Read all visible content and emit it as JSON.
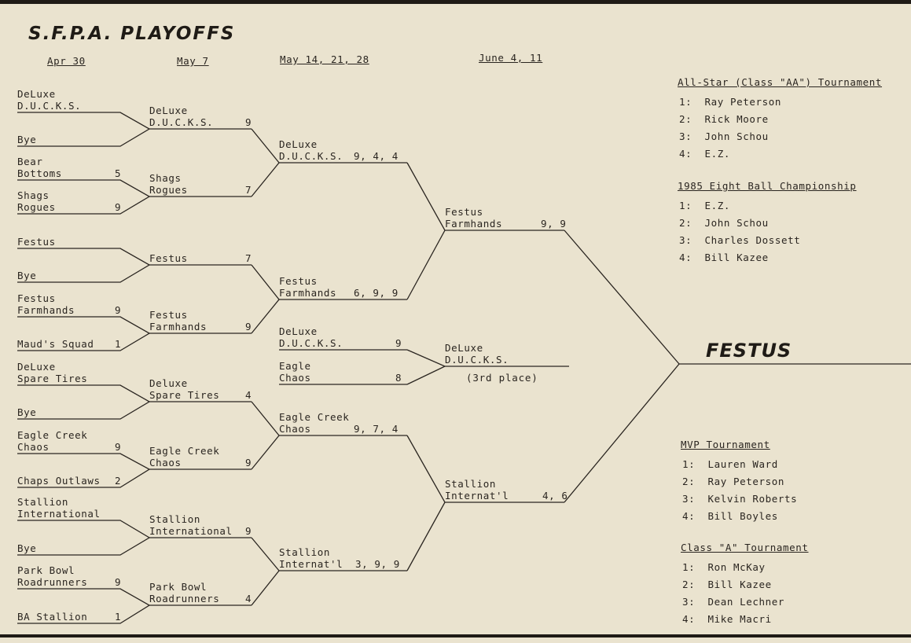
{
  "title": "S.F.P.A. PLAYOFFS",
  "round_dates": [
    "Apr 30",
    "May 7",
    "May 14, 21, 28",
    "June 4, 11"
  ],
  "round1": [
    {
      "team": "DeLuxe\nD.U.C.K.S.",
      "score": ""
    },
    {
      "team": "Bye",
      "score": ""
    },
    {
      "team": "Bear\nBottoms",
      "score": "5"
    },
    {
      "team": "Shags\nRogues",
      "score": "9"
    },
    {
      "team": "Festus",
      "score": ""
    },
    {
      "team": "Bye",
      "score": ""
    },
    {
      "team": "Festus\nFarmhands",
      "score": "9"
    },
    {
      "team": "Maud's Squad",
      "score": "1"
    },
    {
      "team": "DeLuxe\nSpare Tires",
      "score": ""
    },
    {
      "team": "Bye",
      "score": ""
    },
    {
      "team": "Eagle Creek\nChaos",
      "score": "9"
    },
    {
      "team": "Chaps Outlaws",
      "score": "2"
    },
    {
      "team": "Stallion\nInternational",
      "score": ""
    },
    {
      "team": "Bye",
      "score": ""
    },
    {
      "team": "Park Bowl\nRoadrunners",
      "score": "9"
    },
    {
      "team": "BA Stallion",
      "score": "1"
    }
  ],
  "round2": [
    {
      "team": "DeLuxe\nD.U.C.K.S.",
      "score": "9"
    },
    {
      "team": "Shags\nRogues",
      "score": "7"
    },
    {
      "team": "Festus",
      "score": "7"
    },
    {
      "team": "Festus\nFarmhands",
      "score": "9"
    },
    {
      "team": "Deluxe\nSpare Tires",
      "score": "4"
    },
    {
      "team": "Eagle Creek\nChaos",
      "score": "9"
    },
    {
      "team": "Stallion\nInternational",
      "score": "9"
    },
    {
      "team": "Park Bowl\nRoadrunners",
      "score": "4"
    }
  ],
  "round3": [
    {
      "team": "DeLuxe\nD.U.C.K.S.",
      "score": "9, 4, 4"
    },
    {
      "team": "Festus\nFarmhands",
      "score": "6, 9, 9"
    },
    {
      "team": "Eagle Creek\nChaos",
      "score": "9, 7, 4"
    },
    {
      "team": "Stallion\nInternat'l",
      "score": "3, 9, 9"
    }
  ],
  "third_place_match": [
    {
      "team": "DeLuxe\nD.U.C.K.S.",
      "score": "9"
    },
    {
      "team": "Eagle\nChaos",
      "score": "8"
    }
  ],
  "third_place_winner": {
    "team": "DeLuxe\nD.U.C.K.S.",
    "note": "(3rd place)"
  },
  "round4": [
    {
      "team": "Festus\nFarmhands",
      "score": "9, 9"
    },
    {
      "team": "Stallion\nInternat'l",
      "score": "4, 6"
    }
  ],
  "champion": "FESTUS",
  "tournaments": [
    {
      "title": "All-Star (Class \"AA\") Tournament",
      "results": [
        "1:  Ray Peterson",
        "2:  Rick Moore",
        "3:  John Schou",
        "4:  E.Z."
      ]
    },
    {
      "title": "1985 Eight Ball Championship",
      "results": [
        "1:  E.Z.",
        "2:  John Schou",
        "3:  Charles Dossett",
        "4:  Bill Kazee"
      ]
    },
    {
      "title": "MVP Tournament",
      "results": [
        "1:  Lauren Ward",
        "2:  Ray Peterson",
        "3:  Kelvin Roberts",
        "4:  Bill Boyles"
      ]
    },
    {
      "title": "Class \"A\" Tournament",
      "results": [
        "1:  Ron McKay",
        "2:  Bill Kazee",
        "3:  Dean Lechner",
        "4:  Mike Macri"
      ]
    }
  ]
}
